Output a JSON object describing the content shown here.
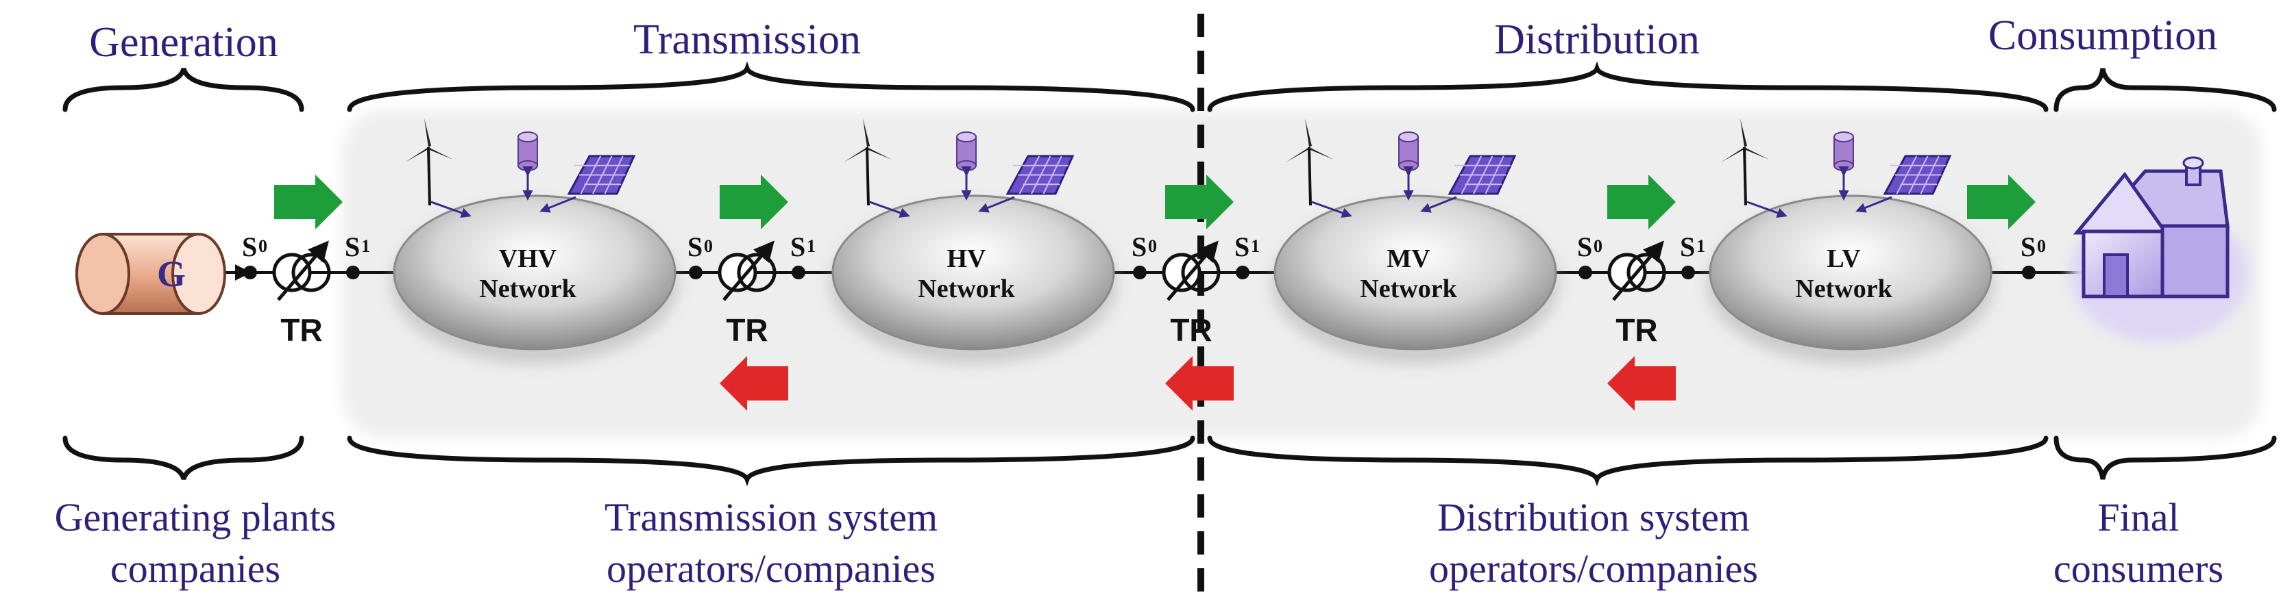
{
  "sections": [
    {
      "title": "Generation",
      "subtitle": [
        "Generating plants",
        "companies"
      ]
    },
    {
      "title": "Transmission",
      "subtitle": [
        "Transmission system",
        "operators/companies"
      ]
    },
    {
      "title": "Distribution",
      "subtitle": [
        "Distribution system",
        "operators/companies"
      ]
    },
    {
      "title": "Consumption",
      "subtitle": [
        "Final",
        "consumers"
      ]
    }
  ],
  "generator": {
    "label": "G"
  },
  "networks": [
    {
      "line1": "VHV",
      "line2": "Network"
    },
    {
      "line1": "HV",
      "line2": "Network"
    },
    {
      "line1": "MV",
      "line2": "Network"
    },
    {
      "line1": "LV",
      "line2": "Network"
    }
  ],
  "transformer_label": "TR",
  "bus_labels": {
    "s0": "S",
    "s0_sub": "0",
    "s1": "S",
    "s1_sub": "1"
  },
  "colors": {
    "text": "#2e1f7a",
    "forward_arrow": "#1e9e3a",
    "reverse_arrow": "#e02828",
    "generator": "#e8a888",
    "house": "#8c7ad8",
    "network": "#c8c8c8"
  },
  "icons": [
    "wind-turbine-icon",
    "energy-storage-icon",
    "solar-panel-icon",
    "house-icon"
  ]
}
